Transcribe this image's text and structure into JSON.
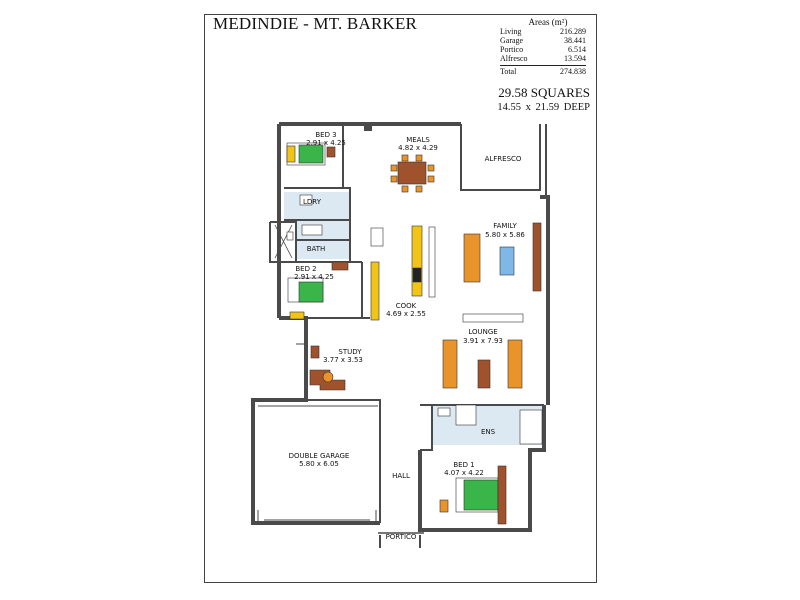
{
  "header": {
    "title": "MEDINDIE - MT. BARKER",
    "squares": "29.58 SQUARES",
    "dimensions": "14.55 x 21.59 DEEP"
  },
  "areas": {
    "heading": "Areas (m²)",
    "rows": [
      {
        "name": "Living",
        "value": "216.289"
      },
      {
        "name": "Garage",
        "value": "38.441"
      },
      {
        "name": "Portico",
        "value": "6.514"
      },
      {
        "name": "Alfresco",
        "value": "13.594"
      }
    ],
    "total_label": "Total",
    "total_value": "274.838"
  },
  "rooms": {
    "bed3": {
      "name": "BED 3",
      "dims": "2.91 x 4.25"
    },
    "meals": {
      "name": "MEALS",
      "dims": "4.82 x 4.29"
    },
    "alfresco": {
      "name": "ALFRESCO"
    },
    "ldry": {
      "name": "LDRY"
    },
    "bath": {
      "name": "BATH"
    },
    "family": {
      "name": "FAMILY",
      "dims": "5.80 x 5.86"
    },
    "bed2": {
      "name": "BED 2",
      "dims": "2.91 x 4.25"
    },
    "cook": {
      "name": "COOK",
      "dims": "4.69 x 2.55"
    },
    "lounge": {
      "name": "LOUNGE",
      "dims": "3.91 x 7.93"
    },
    "study": {
      "name": "STUDY",
      "dims": "3.77 x 3.53"
    },
    "ens": {
      "name": "ENS"
    },
    "garage": {
      "name": "DOUBLE GARAGE",
      "dims": "5.80 x 6.05"
    },
    "bed1": {
      "name": "BED 1",
      "dims": "4.07 x 4.22"
    },
    "hall": {
      "name": "HALL"
    },
    "portico": {
      "name": "PORTICO"
    }
  },
  "colors": {
    "wall": "#4a4a4a",
    "wet_area": "#dce9f3",
    "bed_green": "#39b54a",
    "furniture_brown": "#a0522d",
    "sofa_orange": "#e8942a",
    "bench_yellow": "#f2c418"
  }
}
